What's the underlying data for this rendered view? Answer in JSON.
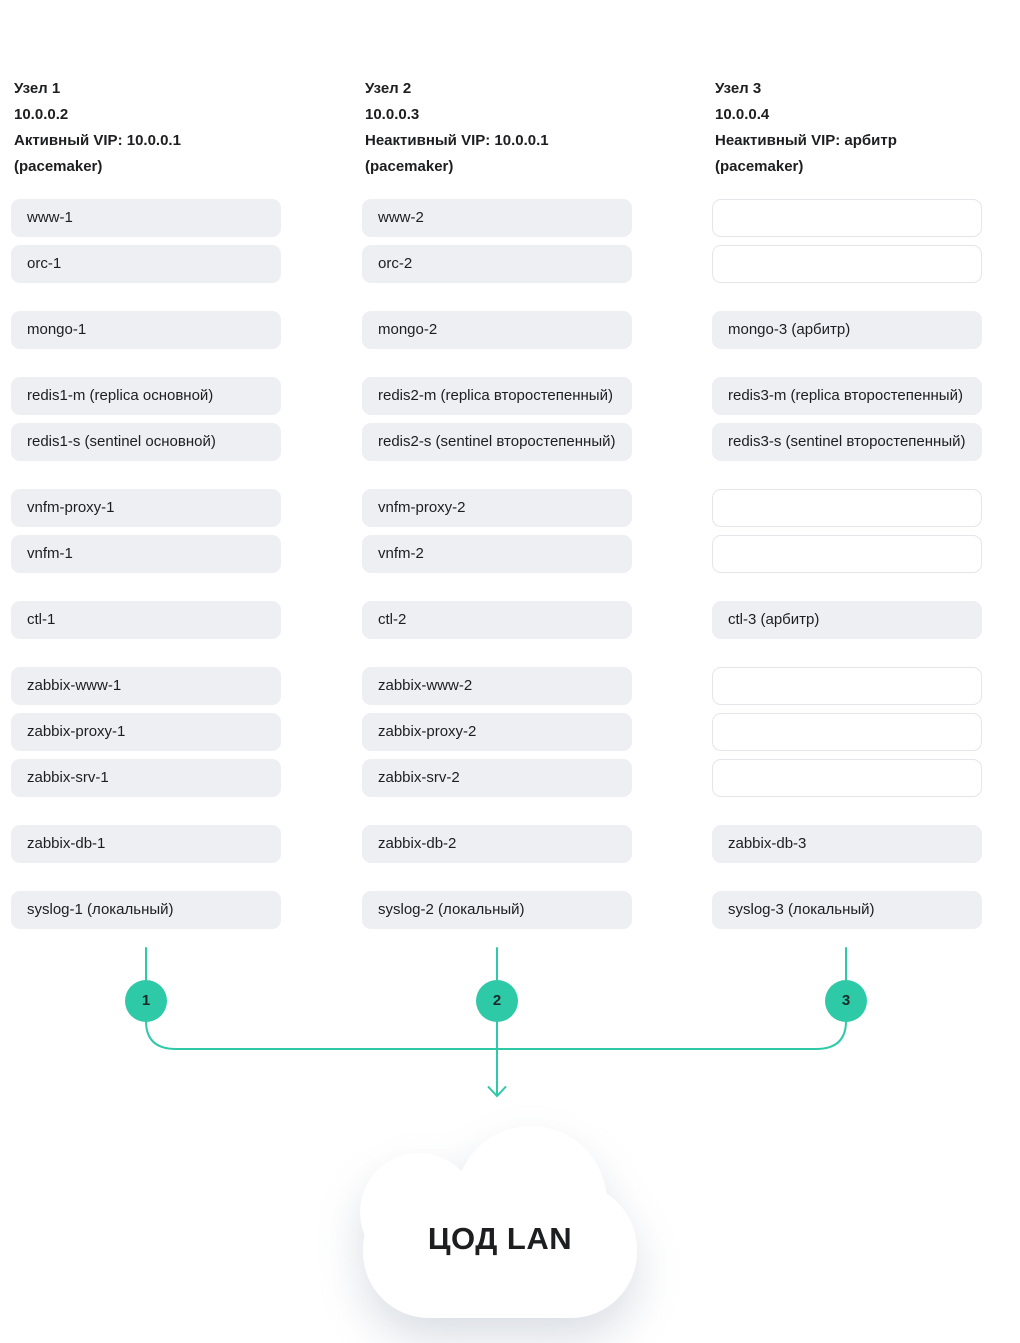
{
  "palette": {
    "teal": "#2ec9a7",
    "box_fill": "#edeff3",
    "box_border": "#e3e6eb",
    "text": "#1d1e20"
  },
  "columns": [
    {
      "title": "Узел 1",
      "ip": "10.0.0.2",
      "vip": "Активный VIP: 10.0.0.1",
      "cluster": "(pacemaker)",
      "badge": "1",
      "rows": [
        {
          "label": "www-1",
          "empty": false
        },
        {
          "label": "orc-1",
          "empty": false
        },
        {
          "label": "mongo-1",
          "empty": false
        },
        {
          "label": "redis1-m (replica основной)",
          "empty": false
        },
        {
          "label": "redis1-s (sentinel основной)",
          "empty": false
        },
        {
          "label": "vnfm-proxy-1",
          "empty": false
        },
        {
          "label": "vnfm-1",
          "empty": false
        },
        {
          "label": "ctl-1",
          "empty": false
        },
        {
          "label": "zabbix-www-1",
          "empty": false
        },
        {
          "label": "zabbix-proxy-1",
          "empty": false
        },
        {
          "label": "zabbix-srv-1",
          "empty": false
        },
        {
          "label": "zabbix-db-1",
          "empty": false
        },
        {
          "label": "syslog-1 (локальный)",
          "empty": false
        }
      ]
    },
    {
      "title": "Узел 2",
      "ip": "10.0.0.3",
      "vip": "Неактивный VIP: 10.0.0.1",
      "cluster": "(pacemaker)",
      "badge": "2",
      "rows": [
        {
          "label": "www-2",
          "empty": false
        },
        {
          "label": "orc-2",
          "empty": false
        },
        {
          "label": "mongo-2",
          "empty": false
        },
        {
          "label": "redis2-m (replica второстепенный)",
          "empty": false
        },
        {
          "label": "redis2-s (sentinel второстепенный)",
          "empty": false
        },
        {
          "label": "vnfm-proxy-2",
          "empty": false
        },
        {
          "label": "vnfm-2",
          "empty": false
        },
        {
          "label": "ctl-2",
          "empty": false
        },
        {
          "label": "zabbix-www-2",
          "empty": false
        },
        {
          "label": "zabbix-proxy-2",
          "empty": false
        },
        {
          "label": "zabbix-srv-2",
          "empty": false
        },
        {
          "label": "zabbix-db-2",
          "empty": false
        },
        {
          "label": "syslog-2 (локальный)",
          "empty": false
        }
      ]
    },
    {
      "title": "Узел 3",
      "ip": "10.0.0.4",
      "vip": "Неактивный VIP: арбитр",
      "cluster": "(pacemaker)",
      "badge": "3",
      "rows": [
        {
          "label": "",
          "empty": true
        },
        {
          "label": "",
          "empty": true
        },
        {
          "label": "mongo-3 (арбитр)",
          "empty": false
        },
        {
          "label": "redis3-m (replica второстепенный)",
          "empty": false
        },
        {
          "label": "redis3-s (sentinel второстепенный)",
          "empty": false
        },
        {
          "label": "",
          "empty": true
        },
        {
          "label": "",
          "empty": true
        },
        {
          "label": "ctl-3 (арбитр)",
          "empty": false
        },
        {
          "label": "",
          "empty": true
        },
        {
          "label": "",
          "empty": true
        },
        {
          "label": "",
          "empty": true
        },
        {
          "label": "zabbix-db-3",
          "empty": false
        },
        {
          "label": "syslog-3 (локальный)",
          "empty": false
        }
      ]
    }
  ],
  "cloud": {
    "label": "ЦОД LAN"
  }
}
